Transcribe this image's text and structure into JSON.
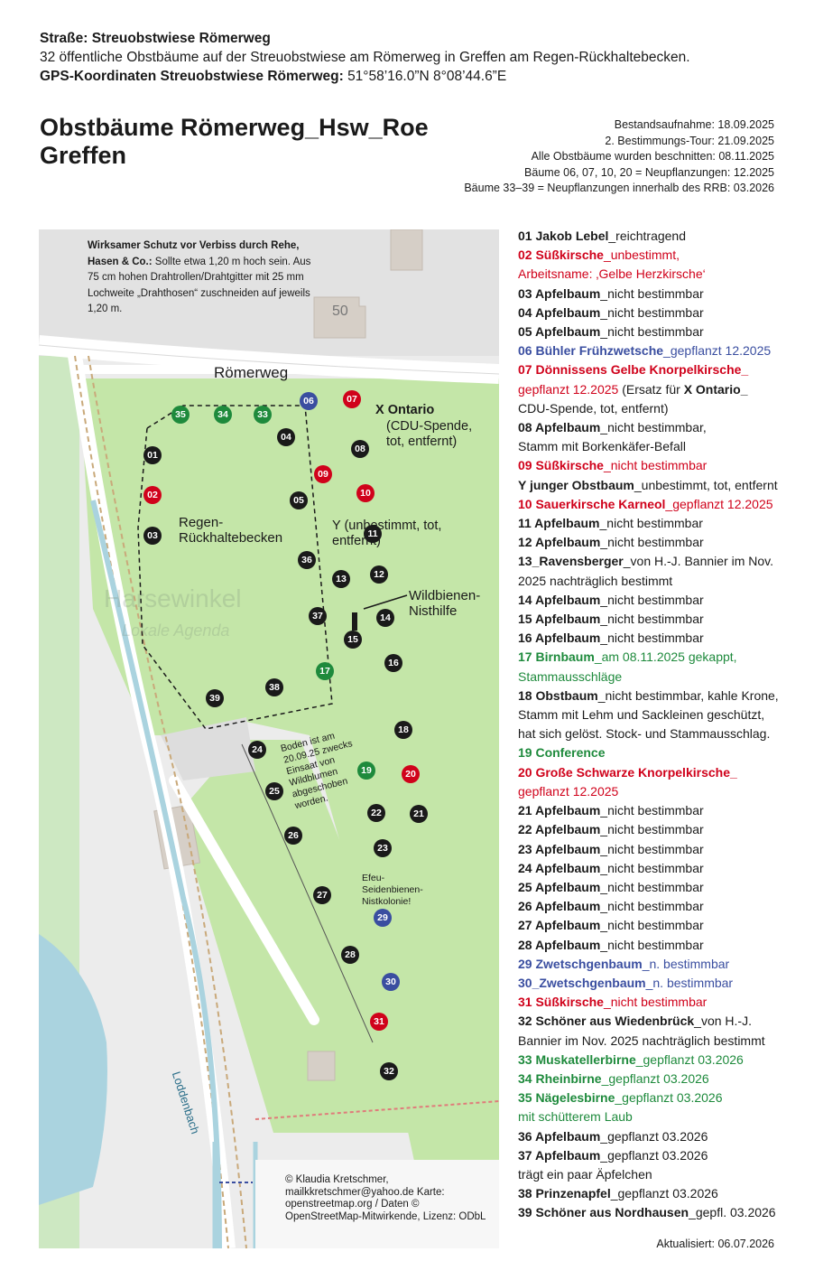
{
  "header": {
    "street_label": "Straße:",
    "street_value": "Streuobstwiese Römerweg",
    "description": "32 öffentliche Obstbäume auf der Streuobstwiese am Römerweg in Greffen am Regen-Rückhaltebecken.",
    "gps_label": "GPS-Koordinaten Streuobstwiese Römerweg:",
    "gps_value": "51°58’16.0”N 8°08’44.6”E"
  },
  "title": {
    "line1": "Obstbäume Römerweg_Hsw_Roe",
    "line2": "Greffen"
  },
  "meta": [
    "Bestandsaufnahme: 18.09.2025",
    "2. Bestimmungs-Tour: 21.09.2025",
    "Alle Obstbäume wurden beschnitten: 08.11.2025",
    "Bäume 06, 07, 10, 20 = Neupflanzungen: 12.2025",
    "Bäume 33–39 = Neupflanzungen innerhalb des RRB: 03.2026"
  ],
  "note": {
    "bold": "Wirksamer Schutz vor Verbiss durch Rehe, Hasen & Co.:",
    "text": "Sollte etwa 1,20 m hoch sein. Aus 75 cm hohen Drahtrollen/Drahtgitter mit 25 mm Lochweite „Drahthosen“ zuschneiden auf jeweils 1,20 m."
  },
  "map_labels": {
    "road": "Römerweg",
    "house_number": "50",
    "ontario_title": "X Ontario",
    "ontario_sub": "(CDU-Spende, tot, entfernt)",
    "rrb": "Regen- Rückhaltebecken",
    "y_label": "Y (unbestimmt, tot, entfernt)",
    "wildbienen": "Wildbienen- Nisthilfe",
    "boden": "Boden ist am 20.09.25 zwecks Einsaat von Wildblumen abgeschoben worden.",
    "efeu": "Efeu- Seidenbienen- Nistkolonie!",
    "stream": "Loddenbach",
    "watermark_1": "Harsewinkel",
    "watermark_2": "Lokale Agenda",
    "credit": "© Klaudia Kretschmer, mailkkretschmer@yahoo.de Karte: openstreetmap.org / Daten © OpenStreetMap-Mitwirkende, Lizenz: ODbL"
  },
  "colors": {
    "black": "#1a1a1a",
    "red": "#d0021b",
    "blue": "#3a4ea0",
    "green": "#1e8a3c"
  },
  "trees": [
    {
      "n": "01",
      "c": "black"
    },
    {
      "n": "02",
      "c": "red"
    },
    {
      "n": "03",
      "c": "black"
    },
    {
      "n": "04",
      "c": "black"
    },
    {
      "n": "05",
      "c": "black"
    },
    {
      "n": "06",
      "c": "blue"
    },
    {
      "n": "07",
      "c": "red"
    },
    {
      "n": "08",
      "c": "black"
    },
    {
      "n": "09",
      "c": "red"
    },
    {
      "n": "10",
      "c": "red"
    },
    {
      "n": "11",
      "c": "black"
    },
    {
      "n": "12",
      "c": "black"
    },
    {
      "n": "13",
      "c": "black"
    },
    {
      "n": "14",
      "c": "black"
    },
    {
      "n": "15",
      "c": "black"
    },
    {
      "n": "16",
      "c": "black"
    },
    {
      "n": "17",
      "c": "green"
    },
    {
      "n": "18",
      "c": "black"
    },
    {
      "n": "19",
      "c": "green"
    },
    {
      "n": "20",
      "c": "red"
    },
    {
      "n": "21",
      "c": "black"
    },
    {
      "n": "22",
      "c": "black"
    },
    {
      "n": "23",
      "c": "black"
    },
    {
      "n": "24",
      "c": "black"
    },
    {
      "n": "25",
      "c": "black"
    },
    {
      "n": "26",
      "c": "black"
    },
    {
      "n": "27",
      "c": "black"
    },
    {
      "n": "28",
      "c": "black"
    },
    {
      "n": "29",
      "c": "blue"
    },
    {
      "n": "30",
      "c": "blue"
    },
    {
      "n": "31",
      "c": "red"
    },
    {
      "n": "32",
      "c": "black"
    },
    {
      "n": "33",
      "c": "green"
    },
    {
      "n": "34",
      "c": "green"
    },
    {
      "n": "35",
      "c": "green"
    },
    {
      "n": "36",
      "c": "black"
    },
    {
      "n": "37",
      "c": "black"
    },
    {
      "n": "38",
      "c": "black"
    },
    {
      "n": "39",
      "c": "black"
    }
  ],
  "legend": [
    {
      "bold": "01 Jakob Lebel",
      "rest": "_reichtragend",
      "c": "black"
    },
    {
      "bold": "02 Süßkirsche",
      "rest": "_unbestimmt,",
      "c": "red"
    },
    {
      "bold": "",
      "rest": "Arbeitsname: ‚Gelbe Herzkirsche‘",
      "c": "red"
    },
    {
      "bold": "03 Apfelbaum",
      "rest": "_nicht bestimmbar",
      "c": "black"
    },
    {
      "bold": "04 Apfelbaum",
      "rest": "_nicht bestimmbar",
      "c": "black"
    },
    {
      "bold": "05 Apfelbaum",
      "rest": "_nicht bestimmbar",
      "c": "black"
    },
    {
      "bold": "06 Bühler Frühzwetsche",
      "rest": "_gepflanzt 12.2025",
      "c": "blue"
    },
    {
      "bold": "07 Dönnissens Gelbe Knorpelkirsche_",
      "rest": "",
      "c": "red"
    },
    {
      "bold": "",
      "rest": "gepflanzt 12.2025",
      "extra": " (Ersatz für ",
      "extrab": "X Ontario_",
      "c": "red"
    },
    {
      "bold": "",
      "rest": "CDU-Spende, tot, entfernt)",
      "c": "black"
    },
    {
      "bold": "08 Apfelbaum",
      "rest": "_nicht bestimmbar,",
      "c": "black"
    },
    {
      "bold": "",
      "rest": "Stamm mit Borkenkäfer-Befall",
      "c": "black"
    },
    {
      "bold": "09 Süßkirsche",
      "rest": "_nicht bestimmbar",
      "c": "red"
    },
    {
      "bold": "Y junger Obstbaum",
      "rest": "_unbestimmt, tot, entfernt",
      "c": "black"
    },
    {
      "bold": "10 Sauerkirsche Karneol",
      "rest": "_gepflanzt 12.2025",
      "c": "red"
    },
    {
      "bold": "11 Apfelbaum",
      "rest": "_nicht bestimmbar",
      "c": "black"
    },
    {
      "bold": "12 Apfelbaum",
      "rest": "_nicht bestimmbar",
      "c": "black"
    },
    {
      "bold": "13_Ravensberger",
      "rest": "_von H.-J. Bannier im Nov.",
      "c": "black"
    },
    {
      "bold": "",
      "rest": "2025 nachträglich bestimmt",
      "c": "black"
    },
    {
      "bold": "14 Apfelbaum",
      "rest": "_nicht bestimmbar",
      "c": "black"
    },
    {
      "bold": "15 Apfelbaum",
      "rest": "_nicht bestimmbar",
      "c": "black"
    },
    {
      "bold": "16 Apfelbaum",
      "rest": "_nicht bestimmbar",
      "c": "black"
    },
    {
      "bold": "17 Birnbaum",
      "rest": "_am 08.11.2025 gekappt,",
      "c": "green"
    },
    {
      "bold": "",
      "rest": "Stammausschläge",
      "c": "green"
    },
    {
      "bold": "18 Obstbaum",
      "rest": "_nicht bestimmbar, kahle Krone,",
      "c": "black"
    },
    {
      "bold": "",
      "rest": "Stamm mit Lehm und Sackleinen geschützt,",
      "c": "black"
    },
    {
      "bold": "",
      "rest": "hat sich gelöst. Stock- und Stammausschlag.",
      "c": "black"
    },
    {
      "bold": "19 Conference",
      "rest": "",
      "c": "green"
    },
    {
      "bold": "20 Große Schwarze Knorpelkirsche_",
      "rest": "",
      "c": "red"
    },
    {
      "bold": "",
      "rest": "gepflanzt 12.2025",
      "c": "red"
    },
    {
      "bold": "21 Apfelbaum",
      "rest": "_nicht bestimmbar",
      "c": "black"
    },
    {
      "bold": "22 Apfelbaum",
      "rest": "_nicht bestimmbar",
      "c": "black"
    },
    {
      "bold": "23 Apfelbaum",
      "rest": "_nicht bestimmbar",
      "c": "black"
    },
    {
      "bold": "24 Apfelbaum",
      "rest": "_nicht bestimmbar",
      "c": "black"
    },
    {
      "bold": "25 Apfelbaum",
      "rest": "_nicht bestimmbar",
      "c": "black"
    },
    {
      "bold": "26 Apfelbaum",
      "rest": "_nicht bestimmbar",
      "c": "black"
    },
    {
      "bold": "27 Apfelbaum",
      "rest": "_nicht bestimmbar",
      "c": "black"
    },
    {
      "bold": "28 Apfelbaum",
      "rest": "_nicht bestimmbar",
      "c": "black"
    },
    {
      "bold": "29 Zwetschgenbaum",
      "rest": "_n. bestimmbar",
      "c": "blue"
    },
    {
      "bold": "30_Zwetschgenbaum",
      "rest": "_n. bestimmbar",
      "c": "blue"
    },
    {
      "bold": "31 Süßkirsche",
      "rest": "_nicht bestimmbar",
      "c": "red"
    },
    {
      "bold": "32 Schöner aus Wiedenbrück",
      "rest": "_von H.-J.",
      "c": "black"
    },
    {
      "bold": "",
      "rest": "Bannier im Nov. 2025 nachträglich bestimmt",
      "c": "black"
    },
    {
      "bold": "33 Muskatellerbirne",
      "rest": "_gepflanzt 03.2026",
      "c": "green"
    },
    {
      "bold": "34 Rheinbirne",
      "rest": "_gepflanzt 03.2026",
      "c": "green"
    },
    {
      "bold": "35 Nägelesbirne",
      "rest": "_gepflanzt 03.2026",
      "c": "green"
    },
    {
      "bold": "",
      "rest": "mit schütterem Laub",
      "c": "green"
    },
    {
      "bold": "36 Apfelbaum",
      "rest": "_gepflanzt 03.2026",
      "c": "black"
    },
    {
      "bold": "37 Apfelbaum",
      "rest": "_gepflanzt 03.2026",
      "c": "black"
    },
    {
      "bold": "",
      "rest": "trägt ein paar Äpfelchen",
      "c": "black"
    },
    {
      "bold": "38 Prinzenapfel",
      "rest": "_gepflanzt 03.2026",
      "c": "black"
    },
    {
      "bold": "39 Schöner aus Nordhausen",
      "rest": "_gepfl. 03.2026",
      "c": "black"
    }
  ],
  "updated": "Aktualisiert: 06.07.2026"
}
